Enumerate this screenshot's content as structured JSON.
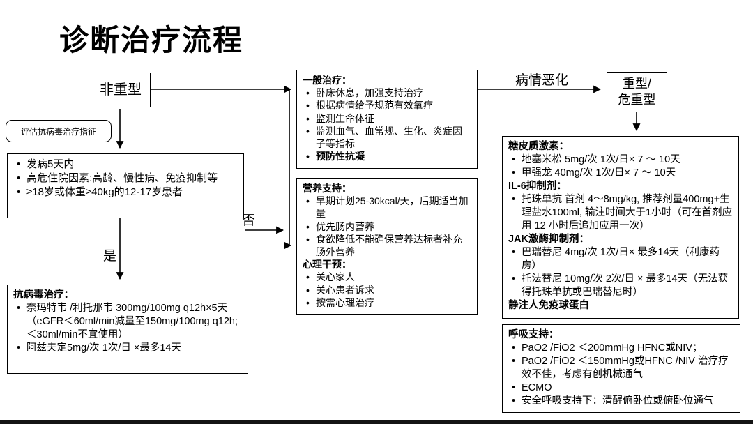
{
  "title": "诊断治疗流程",
  "edge_labels": {
    "worsening": "病情恶化",
    "yes": "是",
    "no": "否"
  },
  "nodes": {
    "non_severe": {
      "label": "非重型"
    },
    "severe": {
      "line1": "重型/",
      "line2": "危重型"
    },
    "evaluate_label": "评估抗病毒治疗指征",
    "criteria": {
      "items": [
        "发病5天内",
        "高危住院因素:高龄、慢性病、免疫抑制等",
        "≥18岁或体重≥40kg的12-17岁患者"
      ]
    },
    "antiviral": {
      "title": "抗病毒治疗：",
      "items": [
        "奈玛特韦 /利托那韦 300mg/100mg q12h×5天 （eGFR＜60ml/min减量至150mg/100mg q12h; ＜30ml/min不宜使用）",
        "阿兹夫定5mg/次 1次/日 ×最多14天"
      ]
    },
    "general": {
      "title": "一般治疗：",
      "items": [
        "卧床休息，加强支持治疗",
        "根据病情给予规范有效氧疗",
        "监测生命体征",
        "监测血气、血常规、生化、炎症因子等指标"
      ],
      "bold_item": "预防性抗凝"
    },
    "nutrition": {
      "title": "营养支持：",
      "items": [
        "早期计划25-30kcal/天，后期适当加量",
        "优先肠内营养",
        "食欲降低不能确保营养达标者补充肠外营养"
      ],
      "title2": "心理干预：",
      "items2": [
        "关心家人",
        "关心患者诉求",
        "按需心理治疗"
      ]
    },
    "severe_treatment": {
      "sections": [
        {
          "heading": "糖皮质激素：",
          "items": [
            "地塞米松 5mg/次 1次/日× 7 ～ 10天",
            "甲强龙 40mg/次 1次/日× 7 ～ 10天"
          ]
        },
        {
          "heading": "IL-6抑制剂：",
          "items": [
            "托珠单抗 首剂 4～8mg/kg, 推荐剂量400mg+生理盐水100ml, 输注时间大于1小时（可在首剂应用 12 小时后追加应用一次）"
          ]
        },
        {
          "heading": "JAK激酶抑制剂：",
          "items": [
            "巴瑞替尼 4mg/次 1次/日× 最多14天（利康药房）",
            "托法替尼 10mg/次 2次/日 × 最多14天（无法获得托珠单抗或巴瑞替尼时）"
          ]
        },
        {
          "heading": "静注人免疫球蛋白",
          "items": []
        }
      ]
    },
    "respiratory": {
      "title": "呼吸支持：",
      "items": [
        "PaO2 /FiO2 ＜200mmHg HFNC或NIV；",
        "PaO2 /FiO2 ＜150mmHg或HFNC /NIV 治疗疗效不佳，考虑有创机械通气",
        "ECMO",
        "安全呼吸支持下：清醒俯卧位或俯卧位通气"
      ]
    }
  },
  "colors": {
    "background": "#ffffff",
    "border": "#000000",
    "text": "#000000",
    "bottom_bar": "#141414"
  }
}
